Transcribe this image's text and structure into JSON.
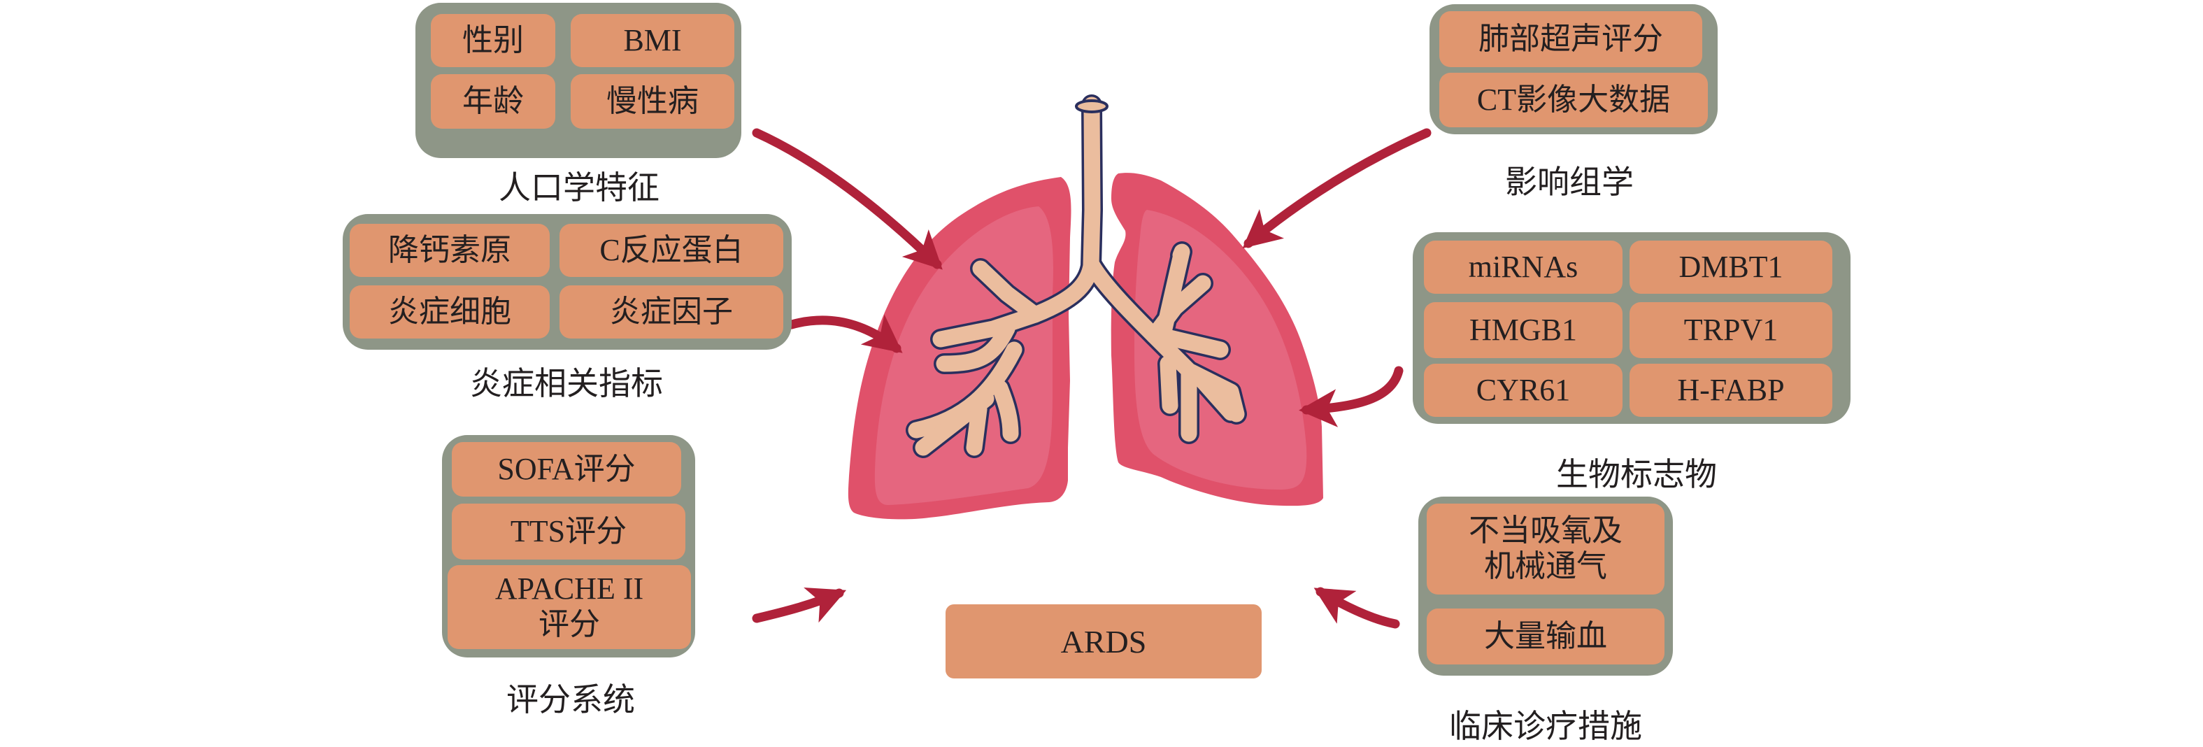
{
  "center": {
    "label": "ARDS"
  },
  "groups": {
    "demographics": {
      "title": "人口学特征",
      "items": [
        "性别",
        "BMI",
        "年龄",
        "慢性病"
      ]
    },
    "inflammation": {
      "title": "炎症相关指标",
      "items": [
        "降钙素原",
        "C反应蛋白",
        "炎症细胞",
        "炎症因子"
      ]
    },
    "scoring": {
      "title": "评分系统",
      "items": [
        "SOFA评分",
        "TTS评分",
        "APACHE II 评分"
      ]
    },
    "radiomics": {
      "title": "影响组学",
      "items": [
        "肺部超声评分",
        "CT影像大数据"
      ]
    },
    "biomarkers": {
      "title": "生物标志物",
      "items": [
        "miRNAs",
        "DMBT1",
        "HMGB1",
        "TRPV1",
        "CYR61",
        "H-FABP"
      ]
    },
    "clinical": {
      "title": "临床诊疗措施",
      "items": [
        "不当吸氧及机械通气",
        "大量输血"
      ]
    }
  },
  "colors": {
    "box": "#8e9687",
    "cell": "#e0966f",
    "arrow": "#b0223a",
    "lung_outer": "#e0516a",
    "lung_inner": "#e5667f",
    "airway": "#ebbd9e",
    "outline": "#2a2f5e"
  }
}
